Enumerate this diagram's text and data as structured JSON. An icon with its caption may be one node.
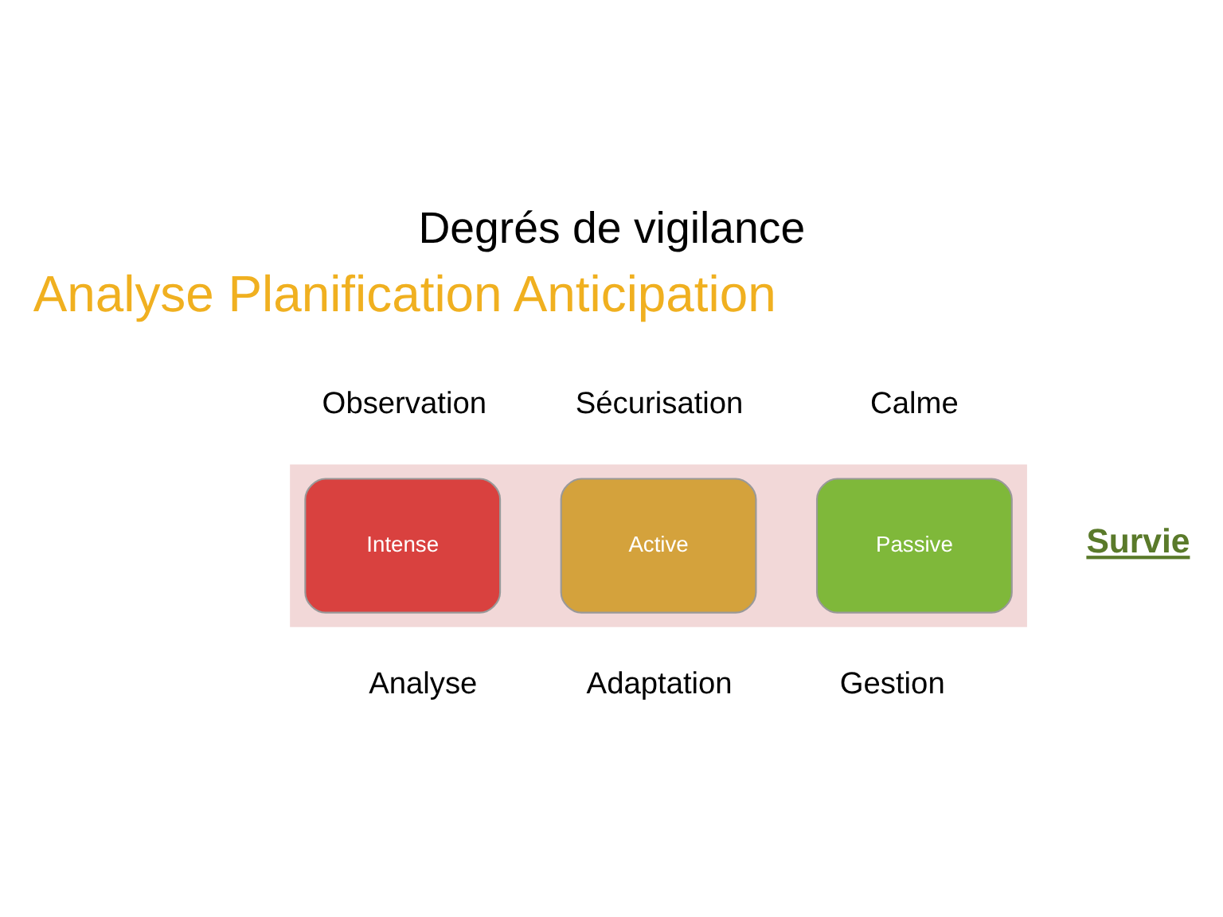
{
  "diagram": {
    "title": "Degrés de vigilance",
    "nodes": [
      {
        "text": [],
        "shape": "arrow"
      },
      {
        "text": [
          "Intense"
        ],
        "in": 0
      },
      {
        "text": [
          "Active"
        ],
        "in": 0
      },
      {
        "text": [
          "Passive"
        ],
        "in": 0
      }
    ],
    "labels": [
      "Analyse Planification Anticipation",
      "Observation",
      "Sécurisation",
      "Calme",
      "Survie",
      "Analyse",
      "Adaptation",
      "Gestion"
    ]
  }
}
